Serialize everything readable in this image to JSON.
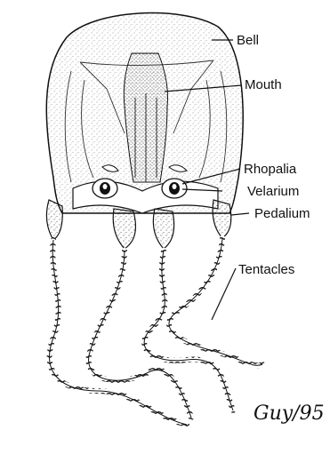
{
  "diagram": {
    "labels": {
      "bell": "Bell",
      "mouth": "Mouth",
      "rhopalia": "Rhopalia",
      "velarium": "Velarium",
      "pedalium": "Pedalium",
      "tentacles": "Tentacles"
    },
    "signature": "Guy/95",
    "colors": {
      "ink": "#111111",
      "background": "#ffffff"
    }
  }
}
